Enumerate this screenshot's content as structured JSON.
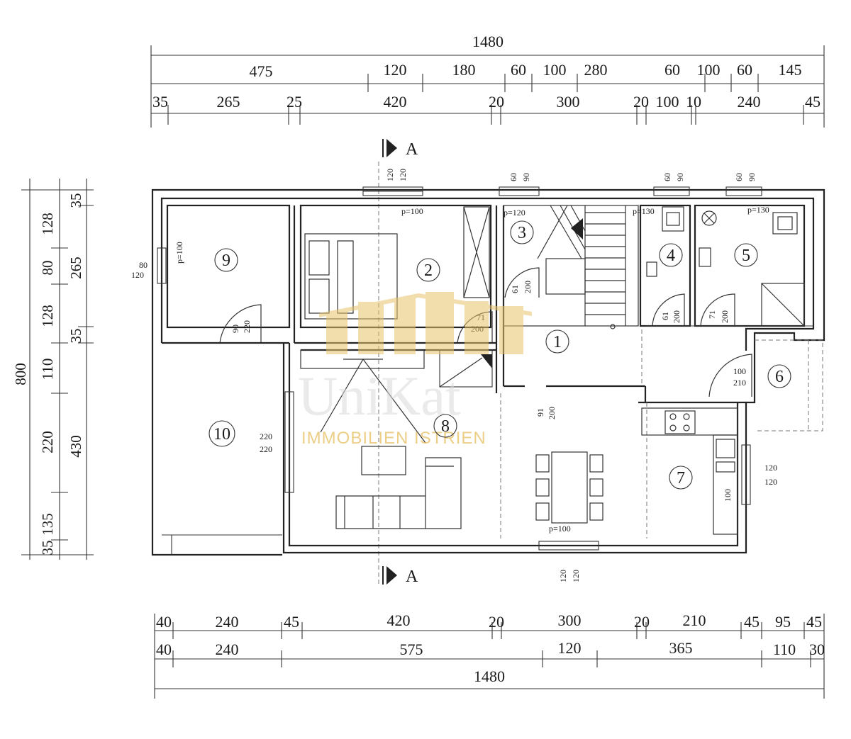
{
  "dims_top": {
    "overall": "1480",
    "row1": [
      "475",
      "120",
      "180",
      "60",
      "100",
      "280",
      "60",
      "100",
      "60",
      "145"
    ],
    "row2": [
      "35",
      "265",
      "25",
      "420",
      "20",
      "300",
      "20",
      "100",
      "10",
      "240",
      "45"
    ]
  },
  "dims_bottom": {
    "row1": [
      "40",
      "240",
      "45",
      "420",
      "20",
      "300",
      "20",
      "210",
      "45",
      "95",
      "45"
    ],
    "row2": [
      "40",
      "240",
      "575",
      "120",
      "365",
      "110",
      "30"
    ],
    "overall": "1480"
  },
  "dims_left": {
    "overall": "800",
    "col1": [
      "128",
      "80",
      "128",
      "110",
      "220",
      "135",
      "35"
    ],
    "col2": [
      "35",
      "265",
      "35",
      "430"
    ]
  },
  "section_marker": "A",
  "rooms": [
    "1",
    "2",
    "3",
    "4",
    "5",
    "6",
    "7",
    "8",
    "9",
    "10"
  ],
  "openings": {
    "win9": [
      "80",
      "120",
      "p=100"
    ],
    "door9": [
      "90",
      "220"
    ],
    "win2": [
      "120",
      "120",
      "p=100"
    ],
    "win3": [
      "60",
      "90",
      "p=120"
    ],
    "win4": [
      "60",
      "90",
      "p=130"
    ],
    "win5": [
      "60",
      "90",
      "p=130"
    ],
    "door3": [
      "61",
      "200"
    ],
    "door2": [
      "71",
      "200"
    ],
    "door4": [
      "61",
      "200"
    ],
    "door5": [
      "71",
      "200"
    ],
    "door6": [
      "100",
      "210"
    ],
    "door1": [
      "91",
      "200"
    ],
    "win10": [
      "220",
      "220"
    ],
    "win7": [
      "120",
      "120"
    ],
    "sink7": "100",
    "win8": [
      "120",
      "120",
      "p=100"
    ]
  },
  "watermark": {
    "name": "UniKat",
    "subtitle": "IMMOBILIEN ISTRIEN"
  },
  "colors": {
    "line": "#222222",
    "watermark_gold": "#e8c26a",
    "watermark_gray": "#d9d9d9"
  }
}
